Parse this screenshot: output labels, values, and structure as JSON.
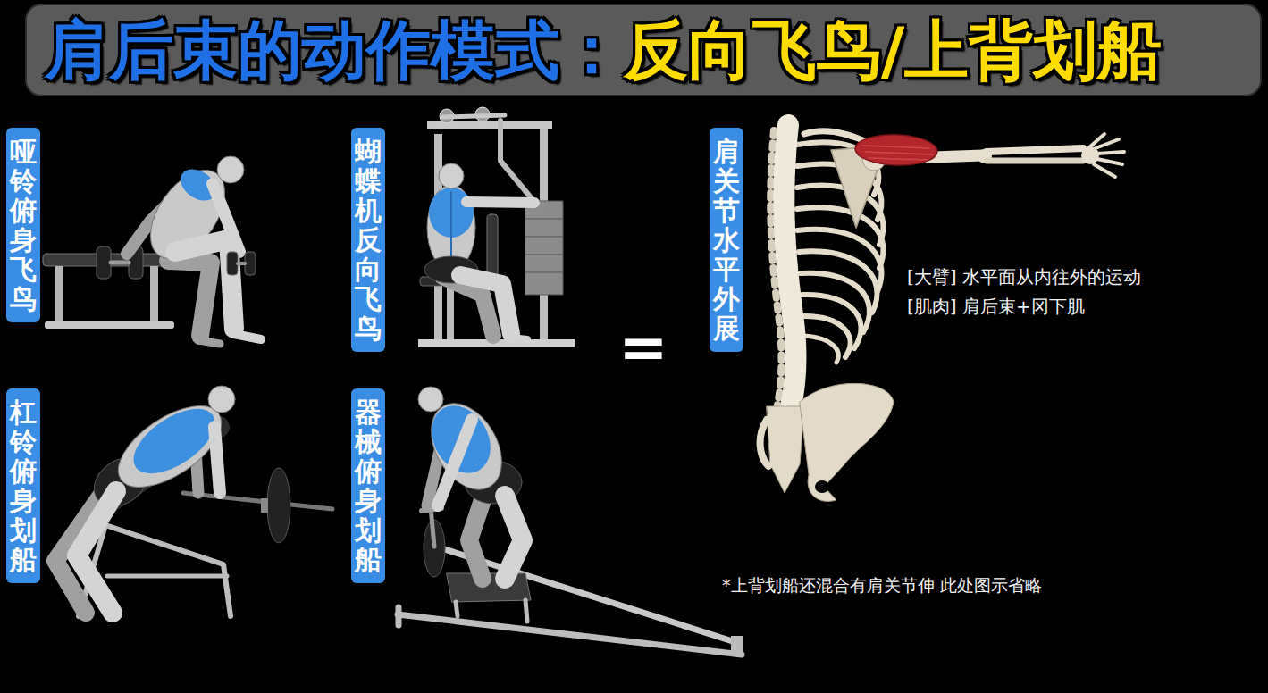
{
  "diagram": {
    "nodes": [
      {
        "text": [
          "肩后束的动作模式：",
          "反向飞鸟/上背划船"
        ]
      },
      {
        "text": [
          "哑铃俯身飞鸟"
        ]
      },
      {
        "text": [
          "蝴蝶机反向飞鸟"
        ]
      },
      {
        "text": [
          "肩关节水平外展"
        ]
      },
      {
        "text": [
          "杠铃俯身划船"
        ]
      },
      {
        "text": [
          "器械俯身划船"
        ]
      }
    ],
    "labels": [
      "=",
      "[大臂] 水平面从内往外的运动",
      "[肌肉] 肩后束+冈下肌",
      "*上背划船还混合有肩关节伸 此处图示省略"
    ]
  }
}
